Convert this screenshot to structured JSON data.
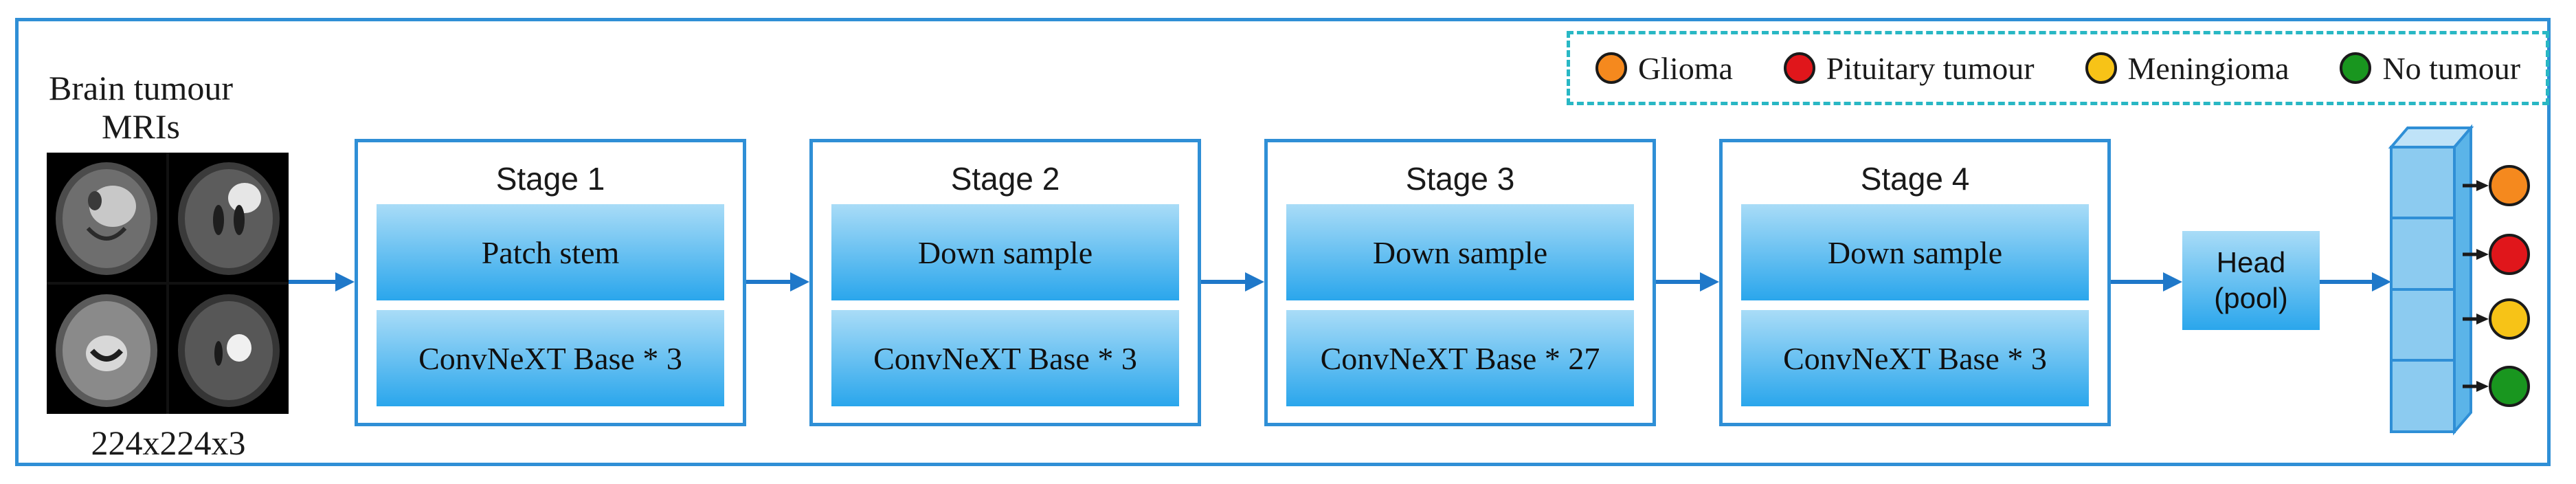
{
  "legend": {
    "items": [
      {
        "label": "Glioma",
        "color": "#f5891e"
      },
      {
        "label": "Pituitary tumour",
        "color": "#e0161b"
      },
      {
        "label": "Meningioma",
        "color": "#f7c317"
      },
      {
        "label": "No tumour",
        "color": "#19961f"
      }
    ]
  },
  "input": {
    "title_line1": "Brain tumour",
    "title_line2": "MRIs",
    "resolution": "224x224x3"
  },
  "stages": [
    {
      "title": "Stage 1",
      "top": "Patch stem",
      "bottom": "ConvNeXT Base * 3"
    },
    {
      "title": "Stage 2",
      "top": "Down sample",
      "bottom": "ConvNeXT Base * 3"
    },
    {
      "title": "Stage 3",
      "top": "Down sample",
      "bottom": "ConvNeXT Base * 27"
    },
    {
      "title": "Stage 4",
      "top": "Down sample",
      "bottom": "ConvNeXT Base * 3"
    }
  ],
  "head": {
    "line1": "Head",
    "line2": "(pool)"
  },
  "colors": {
    "accent": "#2f8fd6",
    "legend_border": "#29b7c4",
    "block_light": "#a9dcf7",
    "block_dark": "#2aa6ec"
  }
}
